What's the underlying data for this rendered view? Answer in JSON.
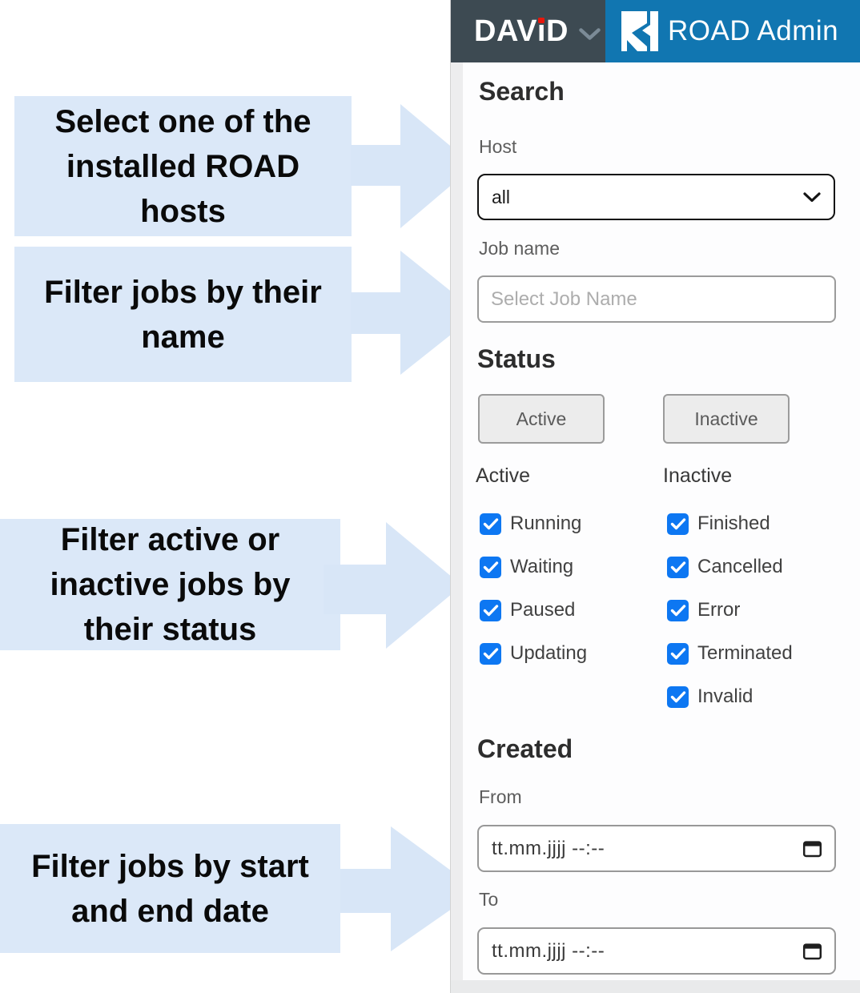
{
  "colors": {
    "callout_fill": "#dbe8f8",
    "header_dark": "#3d4a52",
    "header_blue": "#1176b1",
    "checkbox_blue": "#0d77f2",
    "brand_dot_red": "#e8170c"
  },
  "callouts": [
    {
      "text": "Select one of the\ninstalled ROAD\nhosts"
    },
    {
      "text": "Filter jobs by their\nname"
    },
    {
      "text": "Filter active or\ninactive jobs by\ntheir status"
    },
    {
      "text": "Filter jobs by start\nand end date"
    }
  ],
  "header": {
    "brand": "DAViD",
    "brand_prefix": "DAV",
    "brand_i": "ı",
    "brand_suffix": "D",
    "app_title": "ROAD Admin"
  },
  "panel": {
    "search_title": "Search",
    "host": {
      "label": "Host",
      "selected": "all"
    },
    "job_name": {
      "label": "Job name",
      "placeholder": "Select Job Name"
    },
    "status": {
      "title": "Status",
      "buttons": [
        {
          "label": "Active"
        },
        {
          "label": "Inactive"
        }
      ],
      "columns": [
        {
          "label": "Active",
          "options": [
            {
              "label": "Running",
              "checked": true
            },
            {
              "label": "Waiting",
              "checked": true
            },
            {
              "label": "Paused",
              "checked": true
            },
            {
              "label": "Updating",
              "checked": true
            }
          ]
        },
        {
          "label": "Inactive",
          "options": [
            {
              "label": "Finished",
              "checked": true
            },
            {
              "label": "Cancelled",
              "checked": true
            },
            {
              "label": "Error",
              "checked": true
            },
            {
              "label": "Terminated",
              "checked": true
            },
            {
              "label": "Invalid",
              "checked": true
            }
          ]
        }
      ]
    },
    "created": {
      "title": "Created",
      "from_label": "From",
      "to_label": "To",
      "date_placeholder": "tt.mm.jjjj --:--"
    }
  }
}
